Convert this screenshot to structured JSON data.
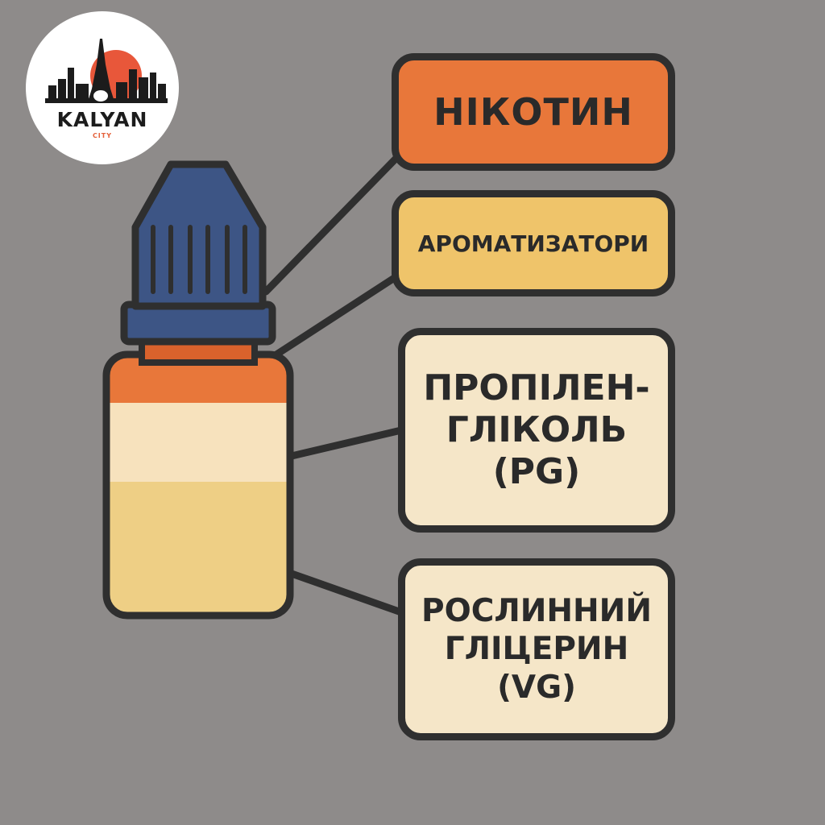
{
  "logo": {
    "name": "KALYAN",
    "sub": "CITY",
    "colors": {
      "sun": "#e8573a",
      "skyline": "#1c1c1c",
      "background": "#ffffff"
    }
  },
  "labels": {
    "nicotine": "НІКОТИН",
    "flavorings": "АРОМАТИЗАТОРИ",
    "pg_line1": "ПРОПІЛЕН-",
    "pg_line2": "ГЛІКОЛЬ",
    "pg_line3": "(PG)",
    "vg_line1": "РОСЛИННИЙ",
    "vg_line2": "ГЛІЦЕРИН",
    "vg_line3": "(VG)"
  },
  "colors": {
    "background": "#8e8b8a",
    "outline": "#2f2f2f",
    "cap": "#3d5585",
    "nicotine": "#e8773a",
    "flavorings": "#efc46a",
    "pg": "#f5e6c8",
    "vg": "#eecf85"
  }
}
